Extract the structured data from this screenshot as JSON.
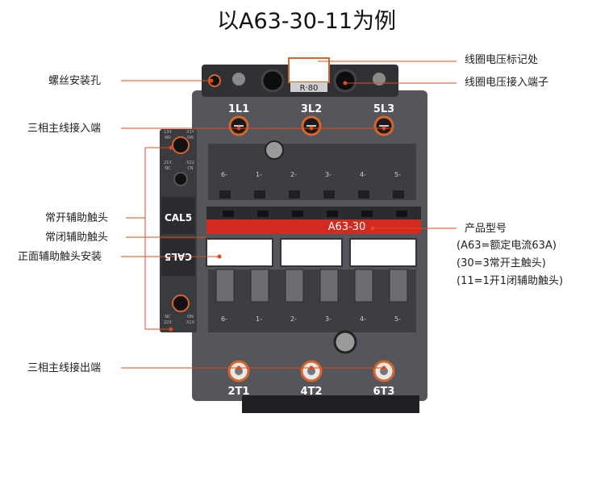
{
  "title": "以A63-30-11为例",
  "device": {
    "top_terminals": [
      "1L1",
      "3L2",
      "5L3"
    ],
    "bottom_terminals": [
      "2T1",
      "4T2",
      "6T3"
    ],
    "model_band": "A63-30",
    "coil_marking": "R·80",
    "aux_label_top": "CAL5",
    "aux_label_bottom": "CAL5",
    "row_marks": [
      "6-",
      "1-",
      "2-",
      "3-",
      "4-",
      "5-"
    ],
    "aux_marks_top": [
      "13X",
      "NO",
      "X1Y",
      "ON",
      "21X",
      "NC",
      "X22",
      "CN"
    ],
    "aux_marks_bottom": [
      "NC",
      "ON",
      "22X",
      "X1X"
    ]
  },
  "annotations": {
    "left": [
      "螺丝安装孔",
      "三相主线接入端",
      "常开辅助触头",
      "常闭辅助触头",
      "正面辅助触头安装",
      "三相主线接出端"
    ],
    "right": [
      "线圈电压标记处",
      "线圈电压接入端子",
      "产品型号",
      "(A63=额定电流63A)",
      "(30=3常开主触头)",
      "(11=1开1闭辅助触头)"
    ]
  },
  "colors": {
    "body": "#55565b",
    "dark": "#2e2f33",
    "red_band": "#d22a20",
    "leader": "#e04a1a",
    "terminal_ring": "#d8652a"
  }
}
